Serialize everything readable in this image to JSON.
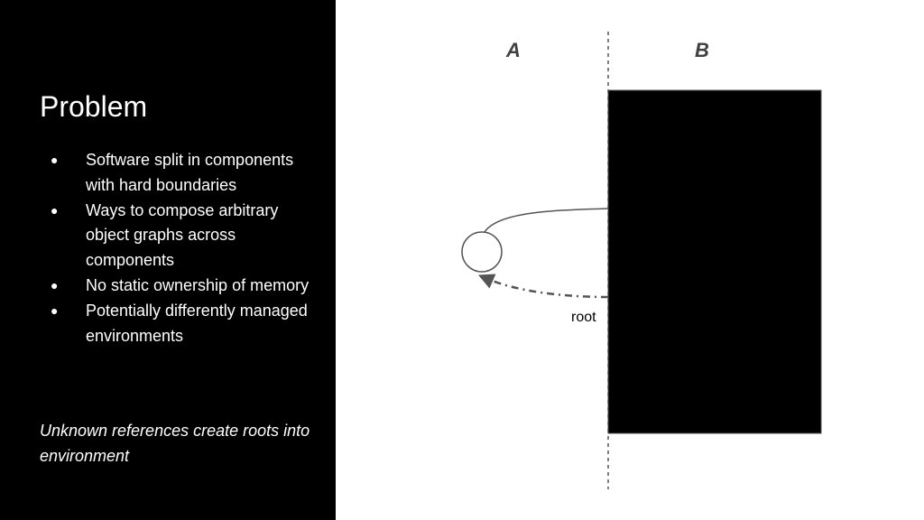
{
  "slide": {
    "title": "Problem",
    "bullets": [
      {
        "marker": "●",
        "text": "Software split in components with hard boundaries"
      },
      {
        "marker": "●",
        "text": "Ways to compose arbitrary object graphs across components"
      },
      {
        "marker": "●",
        "text": "No static ownership of memory"
      },
      {
        "marker": "●",
        "text": "Potentially differently managed environments"
      }
    ],
    "footnote": "Unknown references create roots into environment"
  },
  "diagram": {
    "label_a": "A",
    "label_b": "B",
    "root_label": "root",
    "colors": {
      "background": "#ffffff",
      "panel": "#000000",
      "box": "#000000",
      "line": "#555555",
      "arrow": "#555555",
      "divider": "#555555"
    }
  }
}
